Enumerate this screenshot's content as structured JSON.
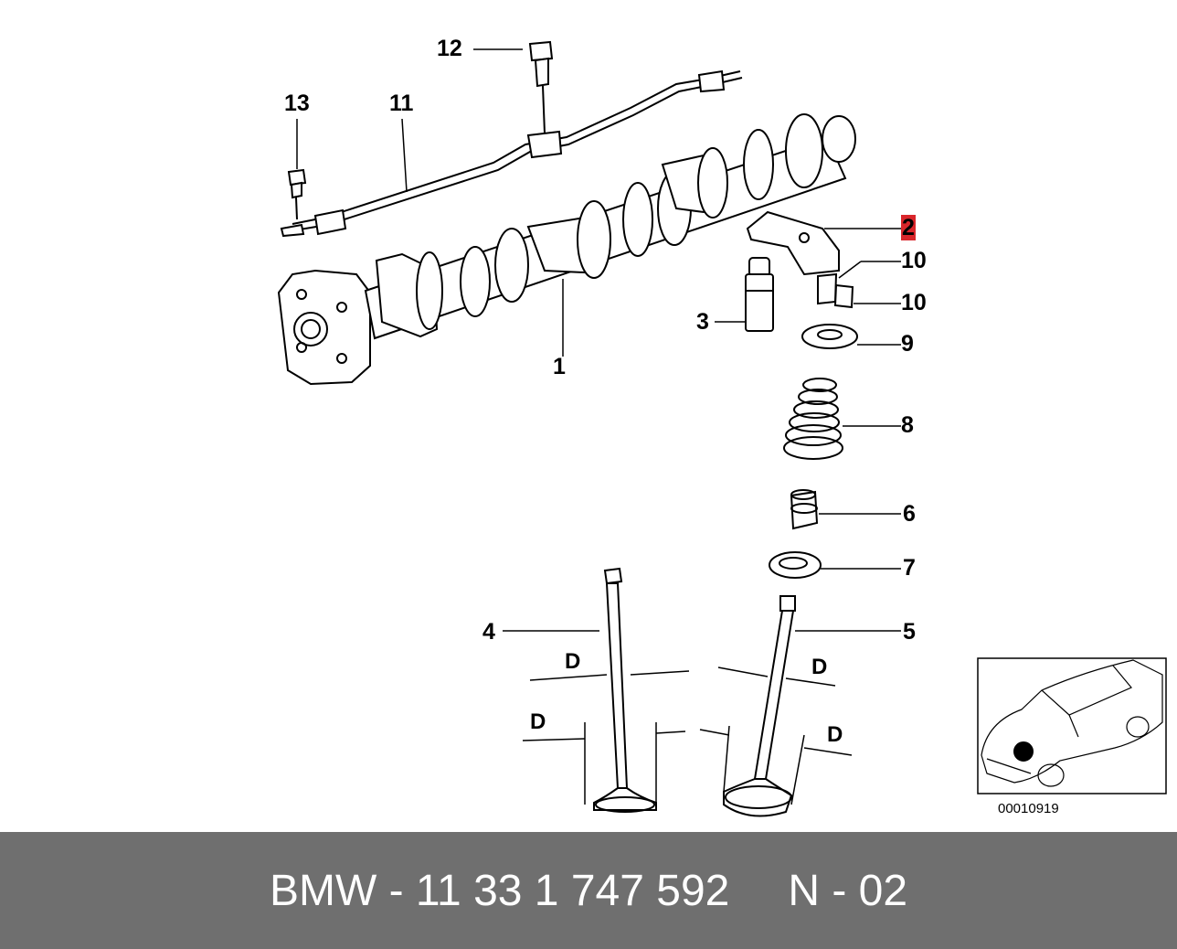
{
  "diagram": {
    "callouts": {
      "c1": "1",
      "c2": "2",
      "c3": "3",
      "c4": "4",
      "c5": "5",
      "c6": "6",
      "c7": "7",
      "c8": "8",
      "c9": "9",
      "c10a": "10",
      "c10b": "10",
      "c11": "11",
      "c12": "12",
      "c13": "13"
    },
    "dimension_label": "D",
    "highlighted_callout": "2",
    "highlight_color": "#d9262b",
    "inset_reference": "00010919"
  },
  "footer": {
    "part_text": "BMW - 11 33 1 747 592",
    "page_text": "N - 02",
    "background": "#6f6f6f"
  }
}
